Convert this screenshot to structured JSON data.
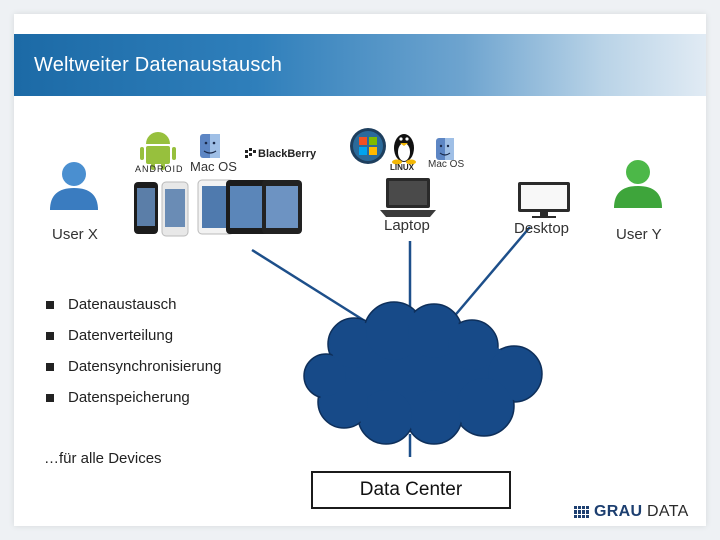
{
  "slide": {
    "title": "Weltweiter Datenaustausch"
  },
  "users": {
    "left_label": "User X",
    "right_label": "User Y"
  },
  "devices": {
    "mobile_os_labels": [
      "ANDROID",
      "Mac OS",
      "BlackBerry"
    ],
    "laptop_label": "Laptop",
    "laptop_os_labels": [
      "LINUX",
      "Mac OS"
    ],
    "desktop_label": "Desktop"
  },
  "bullets": [
    "Datenaustausch",
    "Datenverteilung",
    "Datensynchronisierung",
    "Datenspeicherung"
  ],
  "footnote": "…für alle Devices",
  "data_center_label": "Data Center",
  "logo": {
    "part1": "GRAU",
    "part2": " DATA"
  },
  "colors": {
    "title_bar": "#1c6aa6",
    "cloud": "#174a88",
    "user_x": "#4a8fd0",
    "user_y": "#4cb848",
    "line": "#1d4f8a"
  }
}
